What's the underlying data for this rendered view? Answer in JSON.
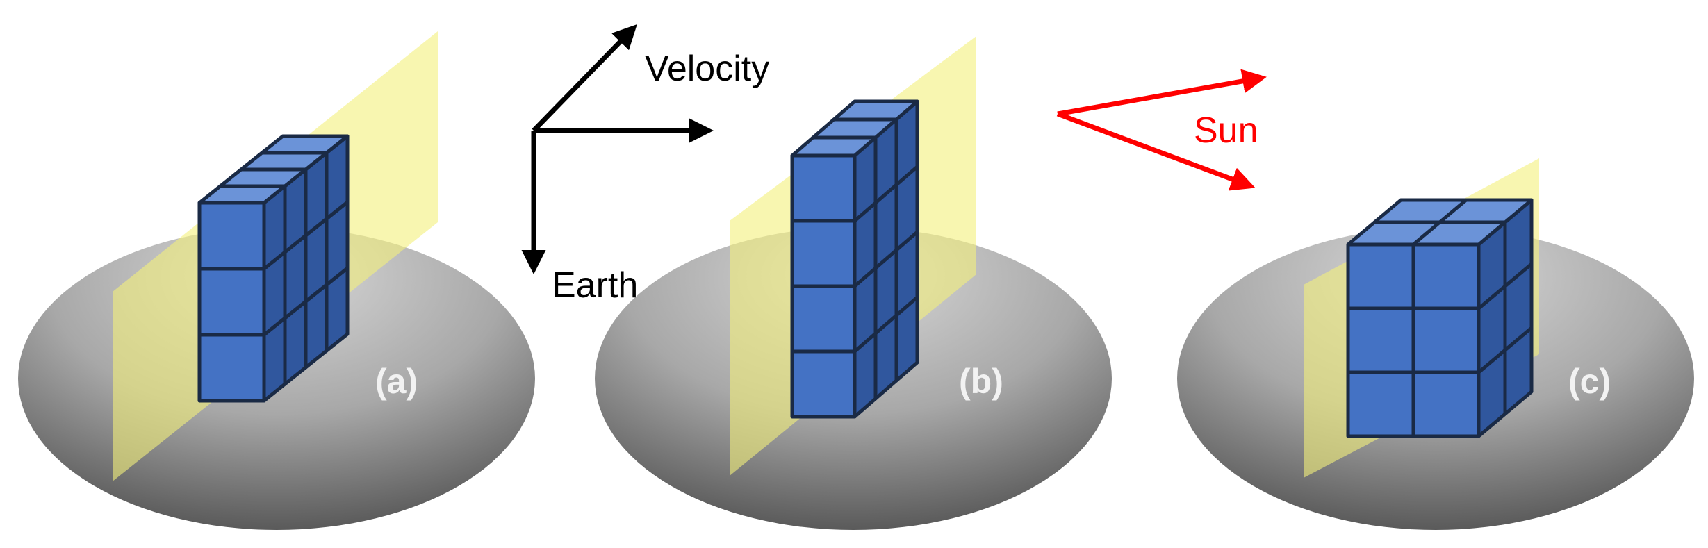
{
  "axes": {
    "velocity_label": "Velocity",
    "earth_label": "Earth",
    "sun_label": "Sun"
  },
  "panels": [
    {
      "label": "(a)",
      "cube_arrangement": "1 wide x 4 deep x 3 tall"
    },
    {
      "label": "(b)",
      "cube_arrangement": "1 wide x 3 deep x 4 tall"
    },
    {
      "label": "(c)",
      "cube_arrangement": "2 wide x 2 deep x 3 tall"
    }
  ],
  "colors": {
    "cube_front": "#4472c4",
    "cube_top": "#6b93d8",
    "cube_side": "#30579e",
    "cube_edge": "#1a2a45",
    "plane": "#f3f07c",
    "ellipse_light": "#cfcfcf",
    "ellipse_dark": "#5a5a5a",
    "axis_arrow": "#000000",
    "sun_arrow": "#ff0000"
  }
}
